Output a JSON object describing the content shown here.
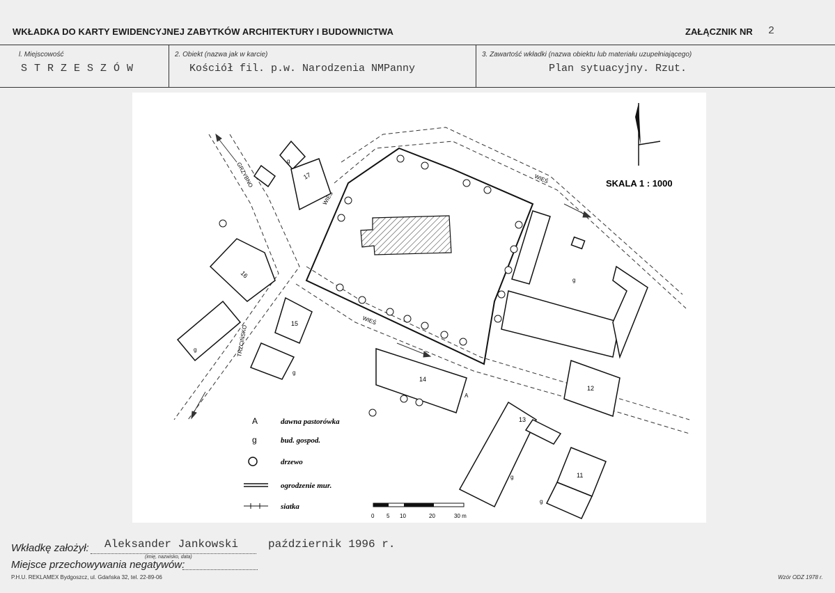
{
  "header": {
    "title": "WKŁADKA DO KARTY EWIDENCYJNEJ ZABYTKÓW ARCHITEKTURY I BUDOWNICTWA",
    "attachment_label": "ZAŁĄCZNIK NR",
    "attachment_number": "2"
  },
  "fields": {
    "location_label": "l. Miejscowość",
    "location_value": "STRZESZÓW",
    "object_label": "2. Obiekt (nazwa jak w karcie)",
    "object_value": "Kościół fil. p.w. Narodzenia NMPanny",
    "contents_label": "3. Zawartość wkładki (nazwa obiektu lub materiału uzupełniającego)",
    "contents_value": "Plan sytuacyjny. Rzut."
  },
  "map": {
    "scale_text": "SKALA 1 : 1000",
    "scalebar_ticks": [
      "0",
      "5",
      "10",
      "20",
      "30 m"
    ],
    "street_labels": [
      "GRZYBNO",
      "WIEŚ",
      "WIEŚ",
      "WIEŚ",
      "TRZCIŃSKO"
    ],
    "building_numbers": [
      "17",
      "16",
      "15",
      "14",
      "13",
      "12",
      "11"
    ],
    "building_letters": [
      "g",
      "g",
      "g",
      "g",
      "g",
      "g",
      "A"
    ],
    "legend": [
      {
        "symbol": "A",
        "text": "dawna pastorówka"
      },
      {
        "symbol": "g",
        "text": "bud. gospod."
      },
      {
        "symbol": "tree",
        "text": "drzewo"
      },
      {
        "symbol": "wall",
        "text": "ogrodzenie mur."
      },
      {
        "symbol": "fence",
        "text": "siatka"
      }
    ]
  },
  "footer": {
    "created_label": "Wkładkę założył:",
    "created_value": "Aleksander Jankowski",
    "created_date": "październik 1996 r.",
    "created_hint": "(imię, nazwisko, data)",
    "negatives_label": "Miejsce przechowywania negatywów:",
    "printer": "P.H.U. REKLAMEX Bydgoszcz, ul. Gdańska 32, tel. 22-89-06",
    "form_model": "Wzór ODZ 1978 r."
  }
}
